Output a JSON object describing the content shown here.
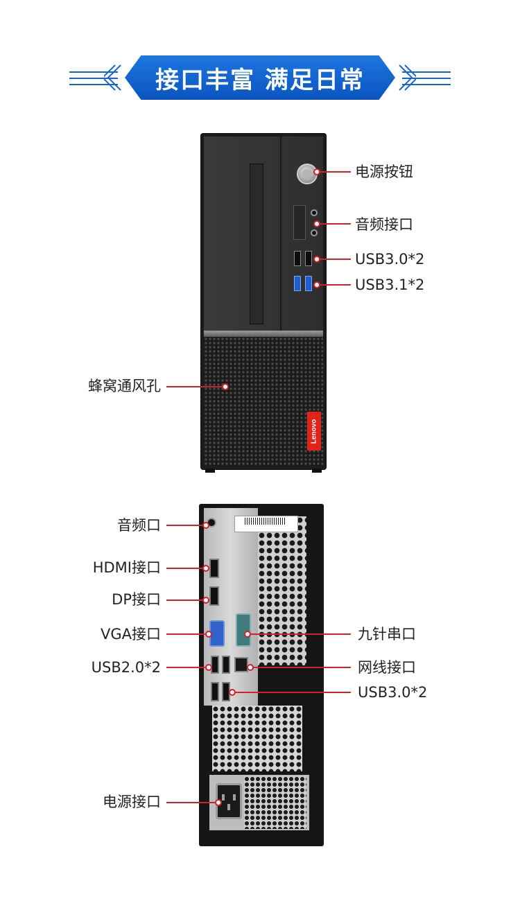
{
  "banner": {
    "title": "接口丰富 满足日常"
  },
  "front": {
    "brand": "Lenovo",
    "labels": {
      "power_button": "电源按钮",
      "audio_port": "音频接口",
      "usb30": "USB3.0*2",
      "usb31": "USB3.1*2",
      "vent": "蜂窝通风孔"
    }
  },
  "rear": {
    "labels": {
      "audio": "音频口",
      "hdmi": "HDMI接口",
      "dp": "DP接口",
      "vga": "VGA接口",
      "usb20": "USB2.0*2",
      "serial": "九针串口",
      "ethernet": "网线接口",
      "usb30": "USB3.0*2",
      "power": "电源接口"
    }
  },
  "colors": {
    "banner": "#1565d0",
    "leader": "#d42027",
    "brand": "#e2231a"
  }
}
